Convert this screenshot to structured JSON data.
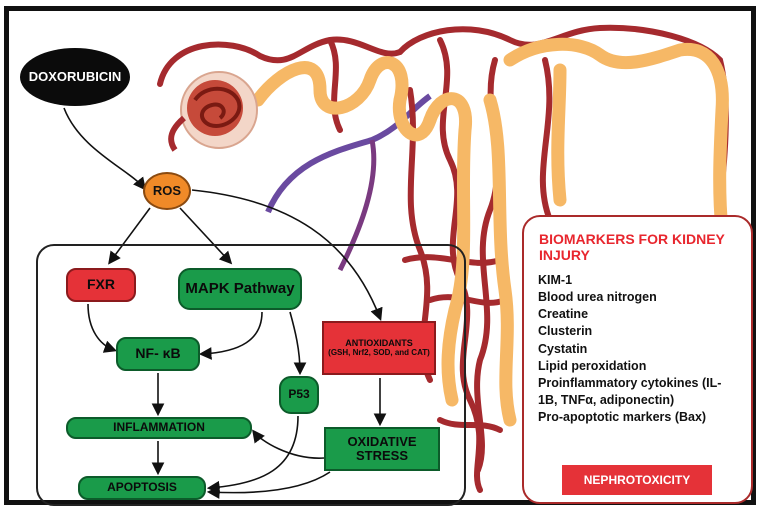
{
  "nodes": {
    "doxorubicin": "DOXORUBICIN",
    "ros": "ROS",
    "fxr": "FXR",
    "mapk": "MAPK Pathway",
    "nfkb": "NF- κB",
    "p53": "P53",
    "inflammation": "INFLAMMATION",
    "apoptosis": "APOPTOSIS",
    "antioxidants_title": "ANTIOXIDANTS",
    "antioxidants_detail": "(GSH, Nrf2, SOD, and CAT)",
    "oxidative_stress": "OXIDATIVE STRESS"
  },
  "biomarkers": {
    "title": "BIOMARKERS FOR KIDNEY INJURY",
    "items": [
      "KIM-1",
      "Blood urea nitrogen",
      "Creatine",
      "Clusterin",
      "Cystatin",
      "Lipid peroxidation",
      "Proinflammatory cytokines (IL-1B, TNFα, adiponectin)",
      "Pro-apoptotic markers (Bax)"
    ],
    "outcome": "NEPHROTOXICITY"
  },
  "colors": {
    "green": "#1a9b4a",
    "red": "#e53238",
    "orange": "#f08a28",
    "nephron_dark": "#a52a2e",
    "nephron_tubule": "#f6b866",
    "nephron_vein": "#6a4aa0"
  }
}
